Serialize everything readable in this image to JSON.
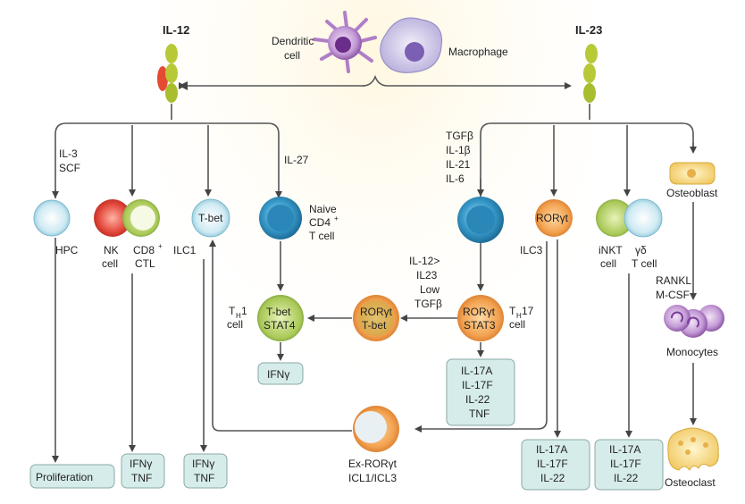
{
  "diagram": {
    "cytokines": {
      "left": "IL-12",
      "right": "IL-23"
    },
    "sources": {
      "dendritic": "Dendritic",
      "dendritic2": "cell",
      "macrophage": "Macrophage"
    },
    "left_branches": {
      "hpc_signal1": "IL-3",
      "hpc_signal2": "SCF",
      "naive_signal": "IL-27"
    },
    "cells": {
      "hpc": "HPC",
      "nk1": "NK",
      "nk2": "cell",
      "cd8_1": "CD8",
      "cd8_sup": "+",
      "cd8_2": "CTL",
      "ilc1": "ILC1",
      "tbet": "T-bet",
      "naive1": "Naive",
      "naive2": "CD4",
      "naive_sup": "+",
      "naive3": "T cell",
      "th1_a": "T",
      "th1_sub": "H",
      "th1_num": "1",
      "th1_b": "cell",
      "th1_inner1": "T-bet",
      "th1_inner2": "STAT4",
      "mid_inner1": "RORγt",
      "mid_inner2": "T-bet",
      "th17_a": "T",
      "th17_sub": "H",
      "th17_num": "17",
      "th17_b": "cell",
      "th17_inner1": "RORγt",
      "th17_inner2": "STAT3",
      "ilc3": "ILC3",
      "ilc3_inner": "RORγt",
      "inkt1": "iNKT",
      "inkt2": "cell",
      "gd1": "γδ",
      "gd2": "T cell",
      "osteoblast": "Osteoblast",
      "monocytes": "Monocytes",
      "osteoclast": "Osteoclast",
      "exror1": "Ex-RORγt",
      "exror2": "ICL1/ICL3"
    },
    "right_signals": {
      "s1": "TGFβ",
      "s2": "IL-1β",
      "s3": "IL-21",
      "s4": "IL-6"
    },
    "mid_signals": {
      "m1": "IL-12>",
      "m2": "IL23",
      "m3": "Low",
      "m4": "TGFβ"
    },
    "rankl1": "RANKL",
    "rankl2": "M-CSF",
    "outputs": {
      "proliferation": "Proliferation",
      "ifng": "IFNγ",
      "nk_out1": "IFNγ",
      "nk_out2": "TNF",
      "ilc1_out1": "IFNγ",
      "ilc1_out2": "TNF",
      "th17_out1": "IL-17A",
      "th17_out2": "IL-17F",
      "th17_out3": "IL-22",
      "th17_out4": "TNF",
      "ilc3_out1": "IL-17A",
      "ilc3_out2": "IL-17F",
      "ilc3_out3": "IL-22",
      "gd_out1": "IL-17A",
      "gd_out2": "IL-17F",
      "gd_out3": "IL-22"
    }
  }
}
